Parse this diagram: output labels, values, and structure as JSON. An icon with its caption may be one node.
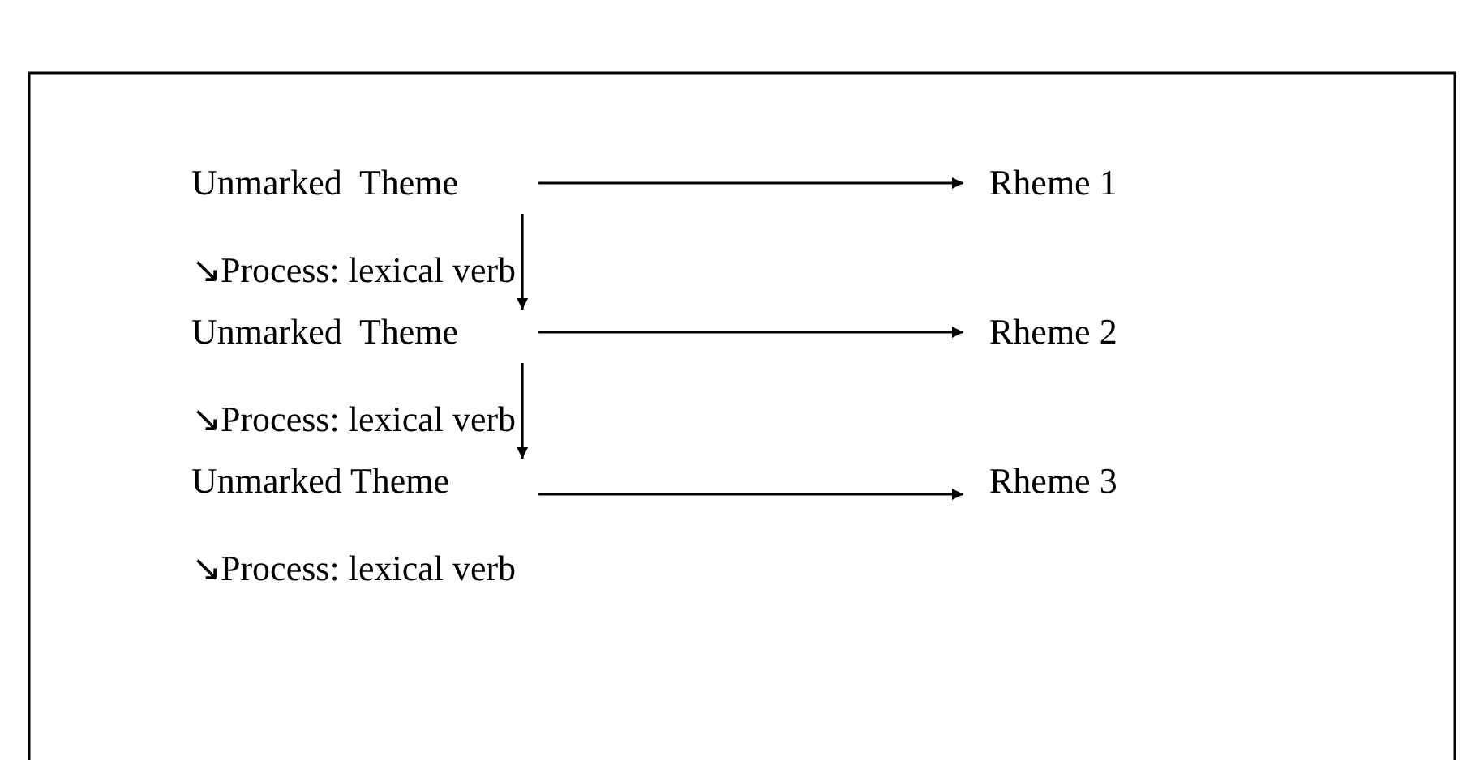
{
  "diagram": {
    "nodes": [
      {
        "text": [
          "Unmarked  Theme",
          "↘Process: lexical verb"
        ]
      },
      {
        "text": [
          "Rheme 1"
        ]
      },
      {
        "text": [
          "Unmarked  Theme",
          "↘Process: lexical verb"
        ]
      },
      {
        "text": [
          "Rheme 2"
        ]
      },
      {
        "text": [
          "Unmarked Theme",
          "↘Process: lexical verb"
        ]
      },
      {
        "text": [
          "Rheme 3"
        ]
      }
    ],
    "edges": [
      {
        "from": 0,
        "to": 1,
        "arrow": "to"
      },
      {
        "from": 0,
        "to": 2,
        "arrow": "to"
      },
      {
        "from": 2,
        "to": 3,
        "arrow": "to"
      },
      {
        "from": 2,
        "to": 4,
        "arrow": "to"
      },
      {
        "from": 4,
        "to": 5,
        "arrow": "to"
      }
    ]
  }
}
